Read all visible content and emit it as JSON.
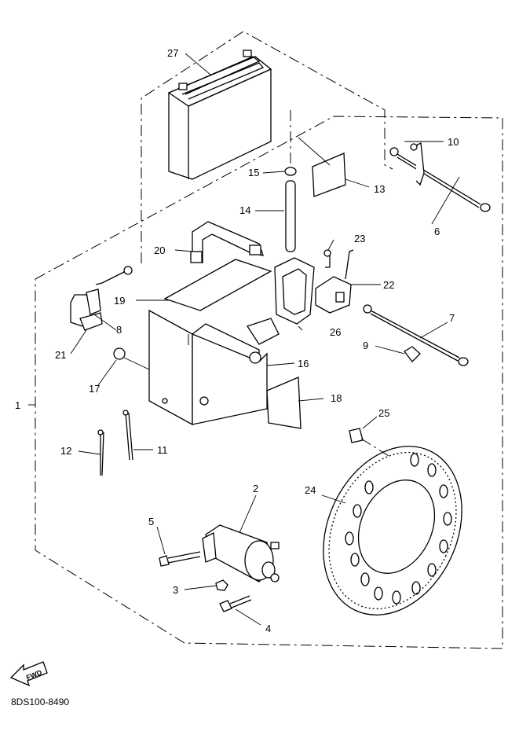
{
  "diagram": {
    "drawing_code": "8DS100-8490",
    "fwd_label": "FWD",
    "callouts": [
      {
        "id": "c1",
        "label": "1"
      },
      {
        "id": "c2",
        "label": "2"
      },
      {
        "id": "c3",
        "label": "3"
      },
      {
        "id": "c4",
        "label": "4"
      },
      {
        "id": "c5",
        "label": "5"
      },
      {
        "id": "c6",
        "label": "6"
      },
      {
        "id": "c7",
        "label": "7"
      },
      {
        "id": "c8",
        "label": "8"
      },
      {
        "id": "c9",
        "label": "9"
      },
      {
        "id": "c10",
        "label": "10"
      },
      {
        "id": "c11",
        "label": "11"
      },
      {
        "id": "c12",
        "label": "12"
      },
      {
        "id": "c13",
        "label": "13"
      },
      {
        "id": "c14",
        "label": "14"
      },
      {
        "id": "c15",
        "label": "15"
      },
      {
        "id": "c16",
        "label": "16"
      },
      {
        "id": "c17",
        "label": "17"
      },
      {
        "id": "c18",
        "label": "18"
      },
      {
        "id": "c19",
        "label": "19"
      },
      {
        "id": "c20",
        "label": "20"
      },
      {
        "id": "c21",
        "label": "21"
      },
      {
        "id": "c22",
        "label": "22"
      },
      {
        "id": "c23",
        "label": "23"
      },
      {
        "id": "c24",
        "label": "24"
      },
      {
        "id": "c25",
        "label": "25"
      },
      {
        "id": "c26",
        "label": "26"
      },
      {
        "id": "c27",
        "label": "27"
      }
    ]
  }
}
